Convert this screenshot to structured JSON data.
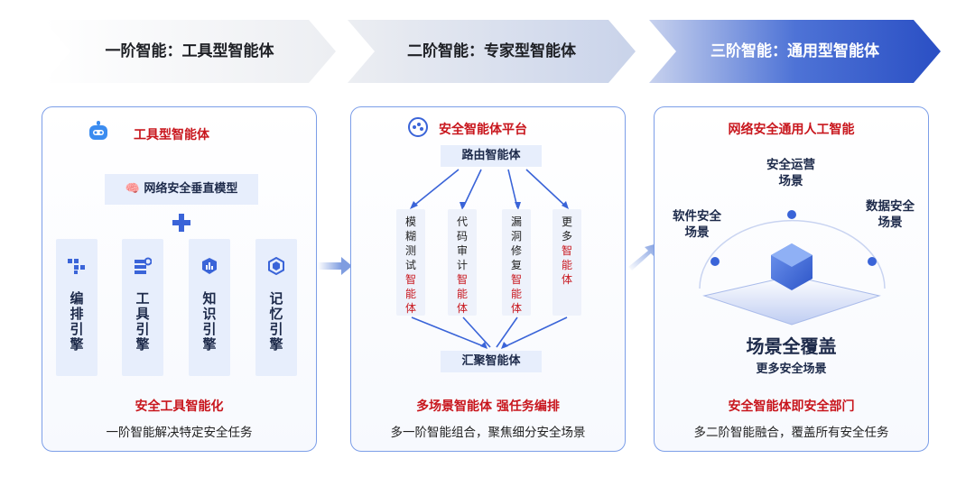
{
  "stages": [
    {
      "label": "一阶智能：工具型智能体"
    },
    {
      "label": "二阶智能：专家型智能体"
    },
    {
      "label": "三阶智能：通用型智能体"
    }
  ],
  "panel1": {
    "title": "工具型智能体",
    "model_label": "网络安全垂直模型",
    "engines": [
      {
        "chars": [
          "编",
          "排",
          "引",
          "擎"
        ],
        "icon": "grid-icon"
      },
      {
        "chars": [
          "工",
          "具",
          "引",
          "擎"
        ],
        "icon": "server-gear-icon"
      },
      {
        "chars": [
          "知",
          "识",
          "引",
          "擎"
        ],
        "icon": "chart-icon"
      },
      {
        "chars": [
          "记",
          "忆",
          "引",
          "擎"
        ],
        "icon": "memory-icon"
      }
    ],
    "bottom_red": "安全工具智能化",
    "bottom_text": "一阶智能解决特定安全任务"
  },
  "panel2": {
    "title": "安全智能体平台",
    "router": "路由智能体",
    "aggregator": "汇聚智能体",
    "columns": [
      {
        "black": [
          "模",
          "糊",
          "测",
          "试"
        ],
        "red": [
          "智",
          "能",
          "体"
        ]
      },
      {
        "black": [
          "代",
          "码",
          "审",
          "计"
        ],
        "red": [
          "智"
        ],
        "black2": [
          "能",
          "体"
        ]
      },
      {
        "black": [
          "漏",
          "洞",
          "修",
          "复"
        ],
        "red": [
          "智",
          "能",
          "体"
        ]
      },
      {
        "black": [
          "更",
          "多"
        ],
        "red": [
          "智",
          "能",
          "体"
        ]
      }
    ],
    "bottom_red": "多场景智能体 强任务编排",
    "bottom_text": "多一阶智能组合，聚焦细分安全场景"
  },
  "panel3": {
    "title": "网络安全通用人工智能",
    "scene_top": [
      "安全运营",
      "场景"
    ],
    "scene_left": [
      "软件安全",
      "场景"
    ],
    "scene_right": [
      "数据安全",
      "场景"
    ],
    "big_label": "场景全覆盖",
    "sub_label": "更多安全场景",
    "bottom_red": "安全智能体即安全部门",
    "bottom_text": "多二阶智能融合，覆盖所有安全任务"
  },
  "colors": {
    "accent_red": "#c8161d",
    "stage3_blue": "#2e56c8",
    "border_blue": "#7c9ee8"
  }
}
